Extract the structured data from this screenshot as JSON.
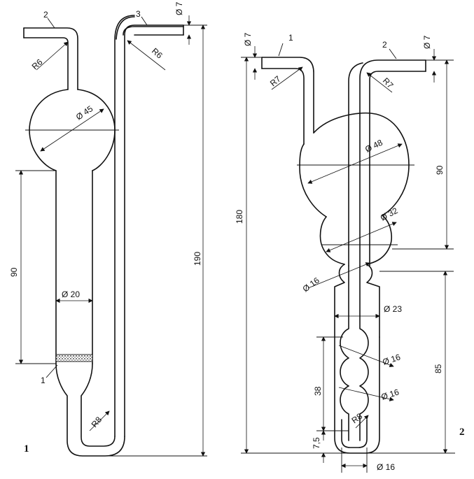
{
  "figure1": {
    "number": "1",
    "parts": [
      "2",
      "3",
      "1"
    ],
    "dimensions": {
      "bulb_diameter": "Ø 45",
      "tube_diameter": "Ø 20",
      "inlet_diameter": "Ø 7",
      "height_total": "190",
      "height_tube": "90",
      "radius_top_left": "R6",
      "radius_top_right": "R6",
      "radius_bottom": "R8"
    }
  },
  "figure2": {
    "number": "2",
    "parts": [
      "1",
      "2"
    ],
    "dimensions": {
      "inlet_left": "Ø 7",
      "inlet_right": "Ø 7",
      "radius_left": "R7",
      "radius_right": "R7",
      "bulb_large": "Ø 48",
      "bulb_mid": "Ø 32",
      "neck": "Ø 16",
      "tube_outer": "Ø 23",
      "bead_upper": "Ø 16",
      "bead_lower": "Ø 16",
      "radius_bottom": "R8",
      "base_diameter": "Ø 16",
      "height_total": "180",
      "height_upper": "90",
      "height_lower": "85",
      "height_beads": "38",
      "height_base": "7,5"
    }
  }
}
